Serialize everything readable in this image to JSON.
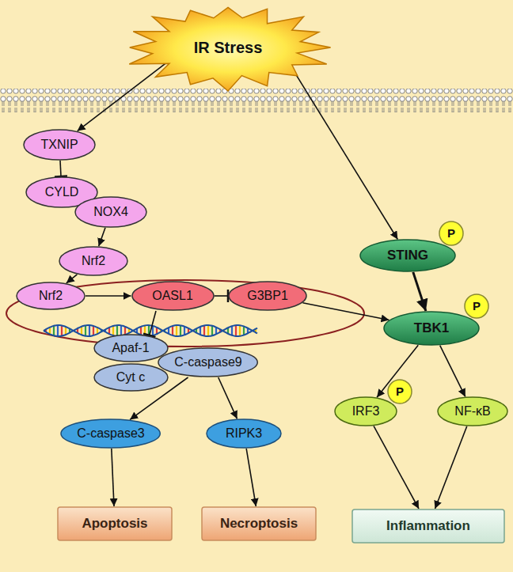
{
  "diagram": {
    "nodes": [
      {
        "text": [
          "IR Stress"
        ]
      },
      {
        "text": [
          "TXNIP"
        ]
      },
      {
        "text": [
          "CYLD"
        ]
      },
      {
        "text": [
          "NOX4"
        ]
      },
      {
        "text": [
          "Nrf2"
        ]
      },
      {
        "text": [
          "Nrf2"
        ]
      },
      {
        "text": [
          "OASL1"
        ]
      },
      {
        "text": [
          "G3BP1"
        ]
      },
      {
        "text": [
          "Apaf-1"
        ]
      },
      {
        "text": [
          "Cyt c"
        ]
      },
      {
        "text": [
          "C-caspase9"
        ]
      },
      {
        "text": [
          "C-caspase3"
        ]
      },
      {
        "text": [
          "RIPK3"
        ]
      },
      {
        "text": [
          "Apoptosis"
        ]
      },
      {
        "text": [
          "Necroptosis"
        ]
      },
      {
        "text": [
          "STING"
        ]
      },
      {
        "text": [
          "TBK1"
        ]
      },
      {
        "text": [
          "IRF3"
        ]
      },
      {
        "text": [
          "NF-κB"
        ]
      },
      {
        "text": [
          "Inflammation"
        ]
      },
      {
        "text": [
          "P"
        ],
        "in": 15
      },
      {
        "text": [
          "P"
        ],
        "in": 16
      },
      {
        "text": [
          "P"
        ],
        "in": 17
      }
    ],
    "edges": [
      {
        "from": 0,
        "to": 1,
        "arrow": "to"
      },
      {
        "from": 0,
        "to": 15,
        "arrow": "to"
      },
      {
        "from": 1,
        "to": 2,
        "arrow": "to"
      },
      {
        "from": 3,
        "to": 4,
        "arrow": "to"
      },
      {
        "from": 4,
        "to": 5,
        "arrow": "to"
      },
      {
        "from": 5,
        "to": 6,
        "arrow": "to"
      },
      {
        "from": 6,
        "to": 7,
        "arrow": "to"
      },
      {
        "from": 7,
        "to": 16,
        "arrow": "to"
      },
      {
        "from": 15,
        "to": 16,
        "arrow": "to"
      },
      {
        "from": 6,
        "to": 8,
        "arrow": "to"
      },
      {
        "from": 10,
        "to": 11,
        "arrow": "to"
      },
      {
        "from": 10,
        "to": 12,
        "arrow": "to"
      },
      {
        "from": 11,
        "to": 13,
        "arrow": "to"
      },
      {
        "from": 12,
        "to": 14,
        "arrow": "to"
      },
      {
        "from": 16,
        "to": 17,
        "arrow": "to"
      },
      {
        "from": 16,
        "to": 18,
        "arrow": "to"
      },
      {
        "from": 17,
        "to": 19,
        "arrow": "to"
      },
      {
        "from": 18,
        "to": 19,
        "arrow": "to"
      }
    ]
  }
}
